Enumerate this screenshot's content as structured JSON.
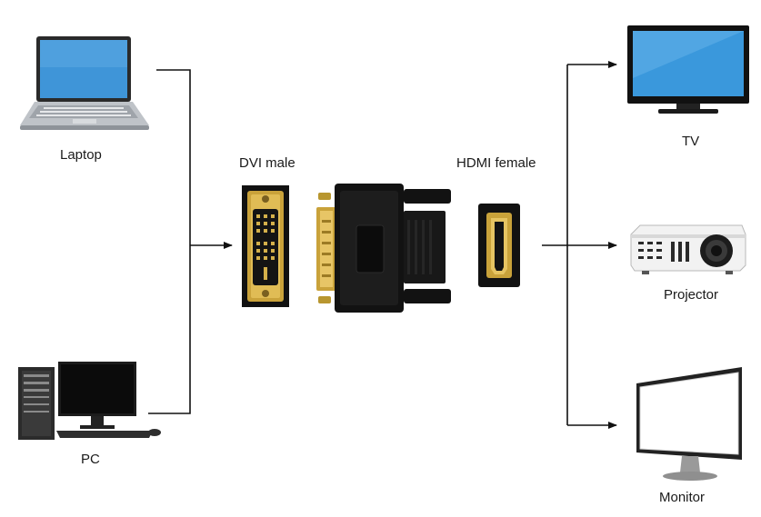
{
  "labels": {
    "laptop": "Laptop",
    "pc": "PC",
    "dvi": "DVI male",
    "hdmi": "HDMI female",
    "tv": "TV",
    "projector": "Projector",
    "monitor": "Monitor"
  },
  "colors": {
    "line": "#111111",
    "gold": "#c9a23a",
    "black": "#121212",
    "screen_blue": "#3f95d8"
  }
}
